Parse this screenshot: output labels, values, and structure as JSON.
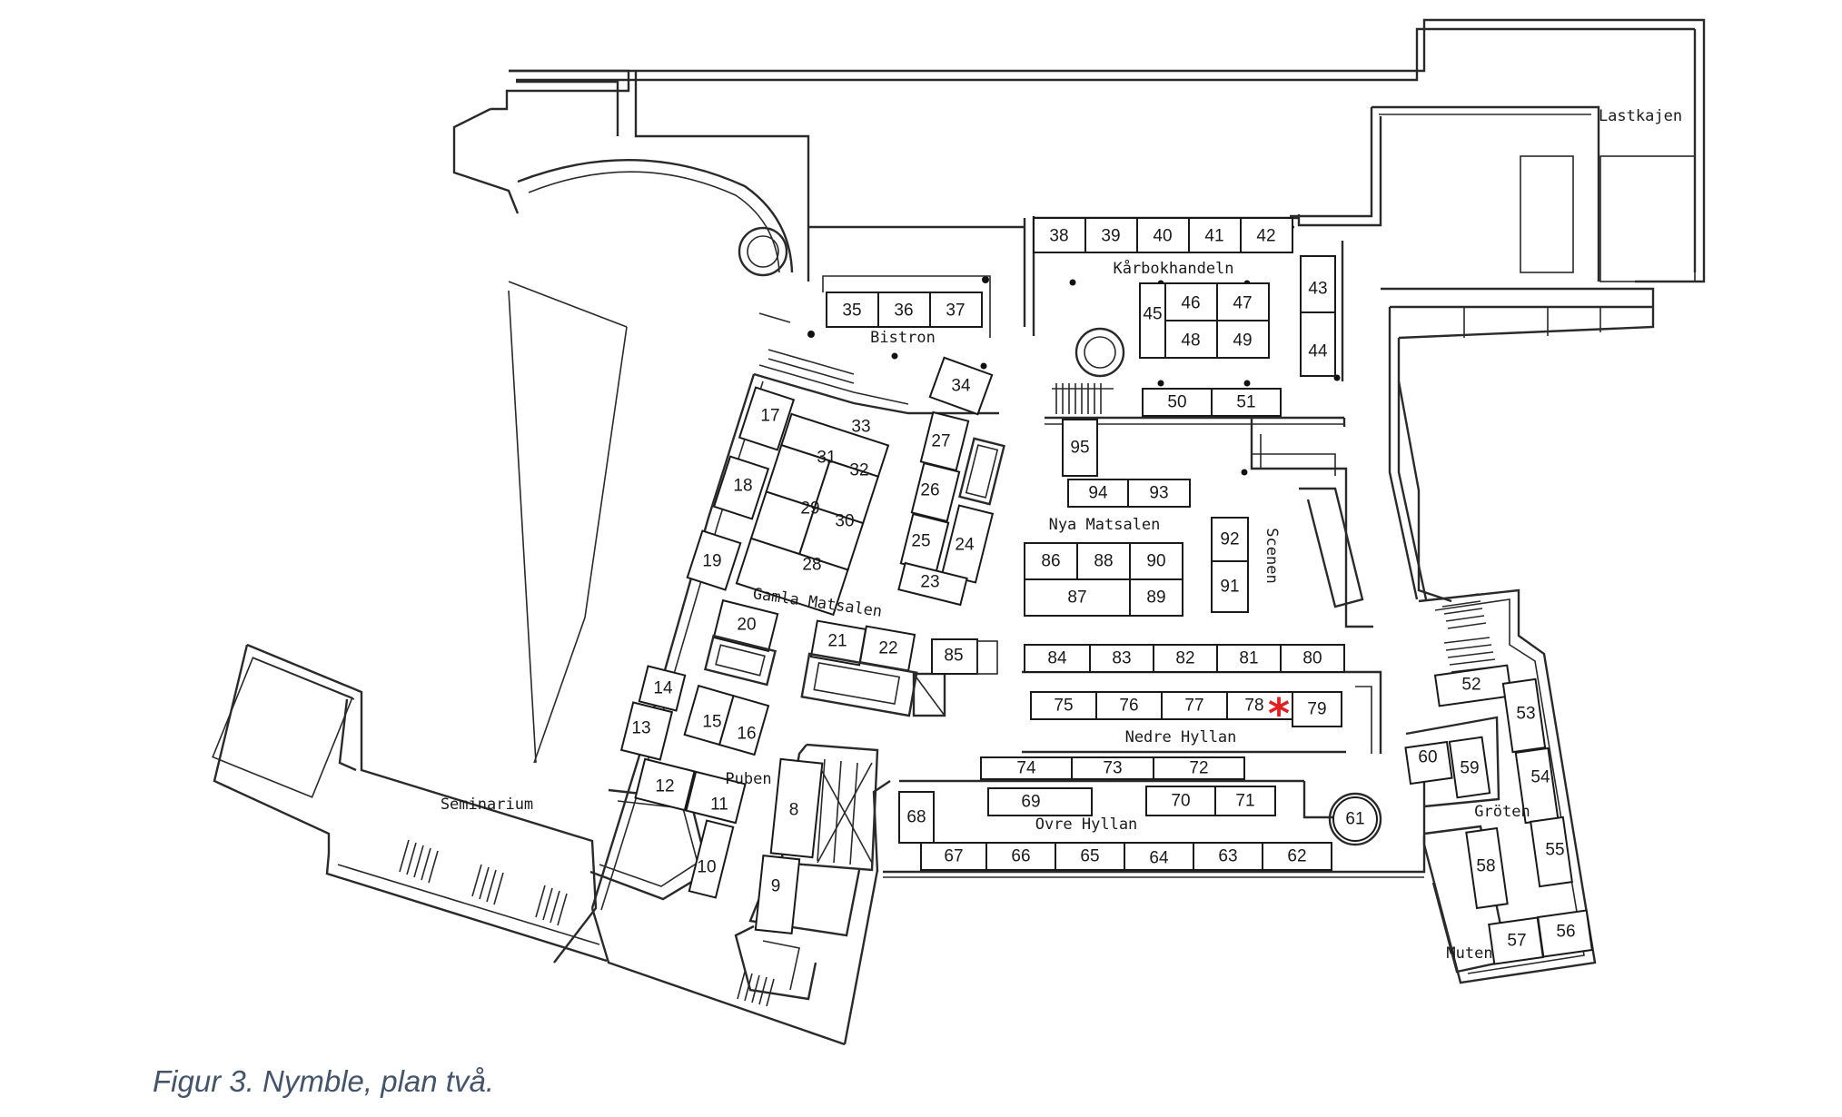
{
  "caption": "Figur 3. Nymble, plan två.",
  "marker": {
    "symbol": "*",
    "color": "#e02020",
    "booth": "78"
  },
  "areas": {
    "lastkajen": "Lastkajen",
    "karbokhandeln": "Kårbokhandeln",
    "bistron": "Bistron",
    "nya_matsalen": "Nya Matsalen",
    "scenen": "Scenen",
    "gamla_matsalen": "Gamla Matsalen",
    "nedre_hyllan": "Nedre Hyllan",
    "ovre_hyllan": "Övre Hyllan",
    "puben": "Puben",
    "seminarium": "Seminarium",
    "groten": "Gröten",
    "muten": "Muten"
  },
  "booths": [
    "8",
    "9",
    "10",
    "11",
    "12",
    "13",
    "14",
    "15",
    "16",
    "17",
    "18",
    "19",
    "20",
    "21",
    "22",
    "23",
    "24",
    "25",
    "26",
    "27",
    "28",
    "29",
    "30",
    "31",
    "32",
    "33",
    "34",
    "35",
    "36",
    "37",
    "38",
    "39",
    "40",
    "41",
    "42",
    "43",
    "44",
    "45",
    "46",
    "47",
    "48",
    "49",
    "50",
    "51",
    "52",
    "53",
    "54",
    "55",
    "56",
    "57",
    "58",
    "59",
    "60",
    "61",
    "62",
    "63",
    "64",
    "65",
    "66",
    "67",
    "68",
    "70",
    "69",
    "71",
    "72",
    "73",
    "74",
    "75",
    "76",
    "77",
    "78",
    "79",
    "80",
    "81",
    "82",
    "83",
    "84",
    "85",
    "86",
    "87",
    "88",
    "89",
    "90",
    "91",
    "92",
    "93",
    "94",
    "95"
  ]
}
